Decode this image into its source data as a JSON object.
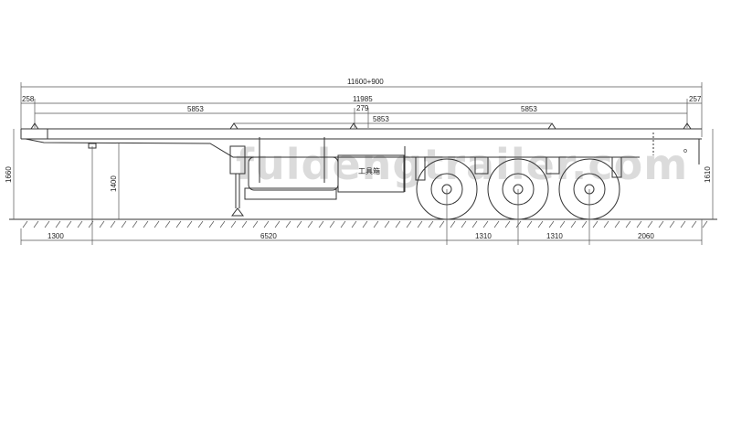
{
  "drawing": {
    "dimensions": {
      "overall_length": "11600+900",
      "deck_length": "11985",
      "front_overhang": "258",
      "rear_overhang": "257",
      "twistlock_span_front": "5853",
      "twistlock_span_rear": "5853",
      "center_gap": "279",
      "center_span": "5853",
      "front_height": "1660",
      "kingpin_height": "1400",
      "rear_height": "1610",
      "kingpin_offset": "1300",
      "kingpin_to_axle": "6520",
      "axle_spacing_1": "1310",
      "axle_spacing_2": "1310",
      "rear_axle_to_end": "2060"
    },
    "toolbox_label": "工具箱",
    "watermark": "fuldengtrailer.com"
  }
}
